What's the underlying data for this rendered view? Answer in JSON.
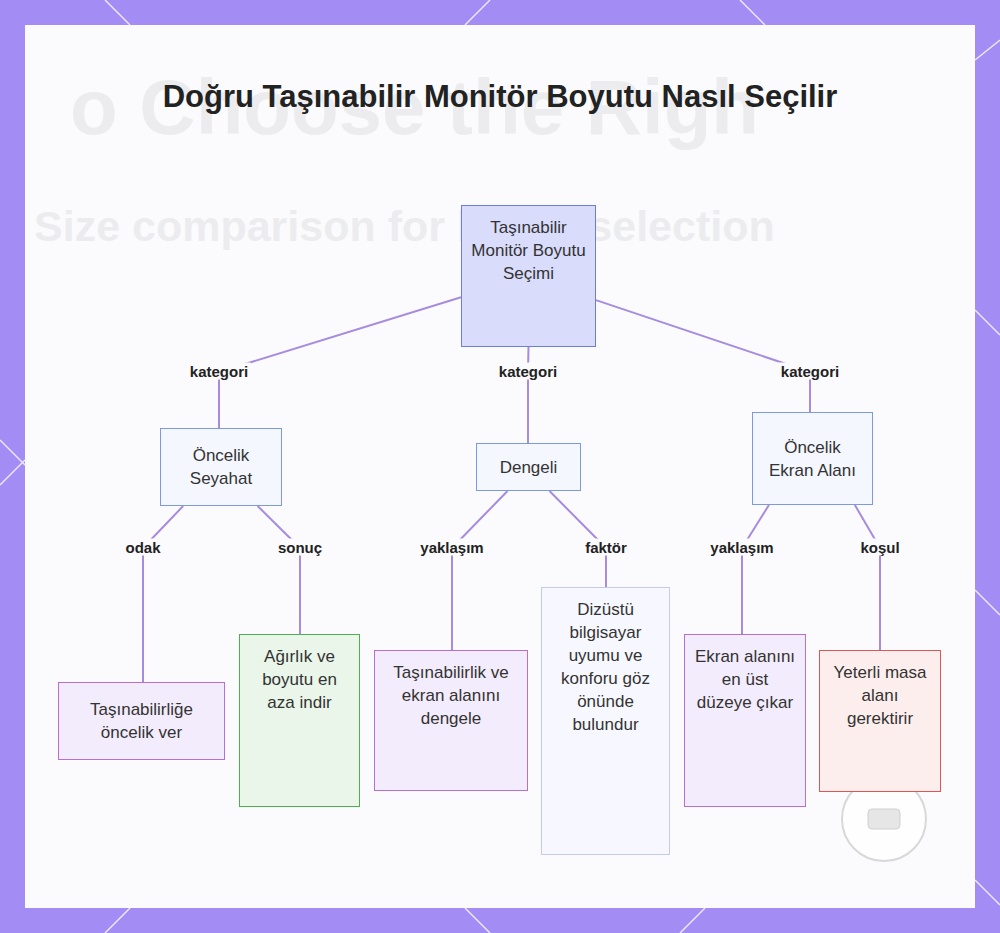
{
  "diagram": {
    "title": "Doğru Taşınabilir Monitör Boyutu Nasıl Seçilir",
    "nodes": [
      {
        "text": [
          "Taşınabilir Monitör Boyutu Seçimi"
        ]
      },
      {
        "text": [
          "Öncelik Seyahat"
        ]
      },
      {
        "text": [
          "Dengeli"
        ]
      },
      {
        "text": [
          "Öncelik Ekran Alanı"
        ]
      },
      {
        "text": [
          "Taşınabilirliğe öncelik ver"
        ]
      },
      {
        "text": [
          "Ağırlık ve boyutu en aza indir"
        ]
      },
      {
        "text": [
          "Taşınabilirlik ve ekran alanını dengele"
        ]
      },
      {
        "text": [
          "Dizüstü bilgisayar uyumu ve konforu göz önünde bulundur"
        ]
      },
      {
        "text": [
          "Ekran alanını en üst düzeye çıkar"
        ]
      },
      {
        "text": [
          "Yeterli masa alanı gerektirir"
        ]
      }
    ],
    "edges": [
      {
        "from": 0,
        "to": 1,
        "label": "kategori",
        "arrow": "none"
      },
      {
        "from": 0,
        "to": 2,
        "label": "kategori",
        "arrow": "none"
      },
      {
        "from": 0,
        "to": 3,
        "label": "kategori",
        "arrow": "none"
      },
      {
        "from": 1,
        "to": 4,
        "label": "odak",
        "arrow": "none"
      },
      {
        "from": 1,
        "to": 5,
        "label": "sonuç",
        "arrow": "none"
      },
      {
        "from": 2,
        "to": 6,
        "label": "yaklaşım",
        "arrow": "none"
      },
      {
        "from": 2,
        "to": 7,
        "label": "faktör",
        "arrow": "none"
      },
      {
        "from": 3,
        "to": 8,
        "label": "yaklaşım",
        "arrow": "none"
      },
      {
        "from": 3,
        "to": 9,
        "label": "koşul",
        "arrow": "none"
      }
    ],
    "labels": [
      "o Choose the Righ",
      "Size comparison for better selection"
    ]
  }
}
